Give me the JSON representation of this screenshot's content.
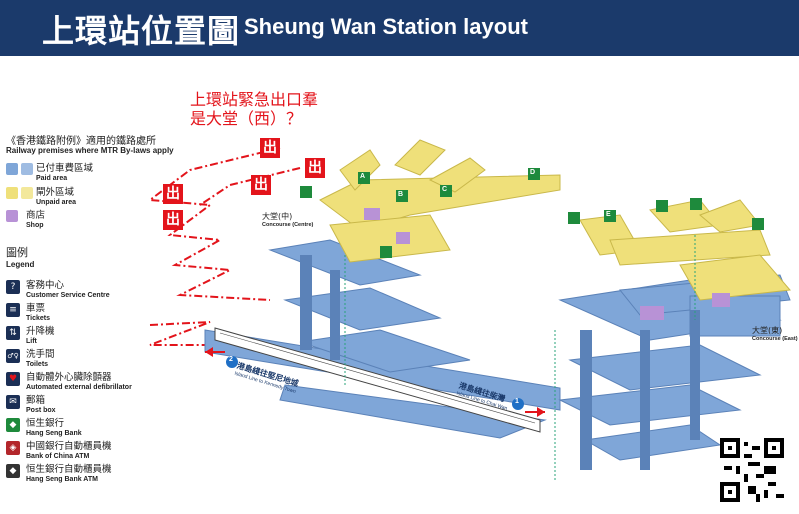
{
  "header": {
    "title_zh": "上環站位置圖",
    "title_en": "Sheung Wan Station layout"
  },
  "question": {
    "line1": "上環站緊急出口羣",
    "line2": "是大堂（西）？"
  },
  "premises": {
    "zh": "《香港鐵路附例》適用的鐵路處所",
    "en": "Railway premises where MTR By-laws apply"
  },
  "areas": [
    {
      "zh": "已付車費區域",
      "en": "Paid area",
      "color": "#7fa6d8"
    },
    {
      "zh": "閘外區域",
      "en": "Unpaid area",
      "color": "#efe07a"
    },
    {
      "zh": "商店",
      "en": "Shop",
      "color": "#b892d6"
    }
  ],
  "legend": {
    "title_zh": "圖例",
    "title_en": "Legend",
    "items": [
      {
        "zh": "客務中心",
        "en": "Customer Service Centre",
        "icon": "customer-service-icon",
        "glyph": "?"
      },
      {
        "zh": "車票",
        "en": "Tickets",
        "icon": "ticket-icon",
        "glyph": "≡"
      },
      {
        "zh": "升降機",
        "en": "Lift",
        "icon": "lift-icon",
        "glyph": "⇅"
      },
      {
        "zh": "洗手間",
        "en": "Toilets",
        "icon": "toilet-icon",
        "glyph": "♂♀"
      },
      {
        "zh": "自動體外心臟除顫器",
        "en": "Automated external defibrillator",
        "icon": "defibrillator-icon",
        "glyph": "♥"
      },
      {
        "zh": "郵箱",
        "en": "Post box",
        "icon": "post-box-icon",
        "glyph": "✉"
      },
      {
        "zh": "恒生銀行",
        "en": "Hang Seng Bank",
        "icon": "hang-seng-bank-icon",
        "glyph": "◆"
      },
      {
        "zh": "中國銀行自動櫃員機",
        "en": "Bank of China ATM",
        "icon": "boc-atm-icon",
        "glyph": "◈"
      },
      {
        "zh": "恒生銀行自動櫃員機",
        "en": "Hang Seng Bank ATM",
        "icon": "hang-seng-atm-icon",
        "glyph": "◆"
      }
    ]
  },
  "exits": {
    "red_label": "出",
    "letters": [
      "A",
      "B",
      "C",
      "D",
      "E"
    ]
  },
  "concourses": {
    "centre_zh": "大堂(中)",
    "centre_en": "Concourse (Centre)",
    "east_zh": "大堂(東)",
    "east_en": "Concourse (East)"
  },
  "platforms": {
    "p1_num": "1",
    "p1_zh": "港島綫往柴灣",
    "p1_en": "Island Line to Chai Wan",
    "p2_num": "2",
    "p2_zh": "港島綫往堅尼地城",
    "p2_en": "Island Line to Kennedy Town"
  },
  "colors": {
    "navy": "#1b3a6b",
    "paid": "#7fa6d8",
    "unpaid": "#efe07a",
    "shop": "#b892d6",
    "exit_red": "#e3141b",
    "exit_green": "#1e8a3c"
  }
}
